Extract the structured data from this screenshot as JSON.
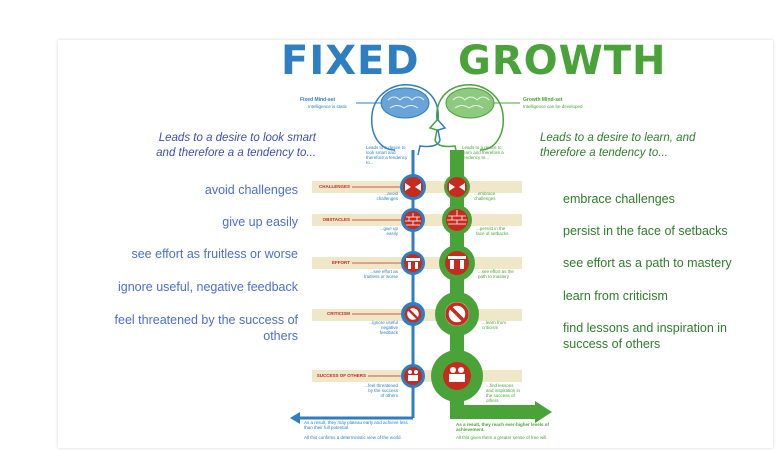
{
  "title": {
    "fixed": "FIXED",
    "growth": "GROWTH"
  },
  "fixed_mindset": {
    "label": "Fixed Mind-set",
    "sub": "Intelligence is static",
    "intro_line1": "Leads to a desire to look smart",
    "intro_line2": "and therefore a  a tendency to...",
    "head_note": "Leads to a desire to look smart and therefore a tendency to...",
    "items": [
      "avoid challenges",
      "give up easily",
      "see effort as fruitless or worse",
      "ignore useful, negative feedback",
      "feel threatened by the success of",
      "others"
    ],
    "small": [
      "...avoid challenges",
      "...give up easily",
      "...see effort as fruitless or worse",
      "...ignore useful negative feedback",
      "...feel threatened by the success of others"
    ],
    "result": "As a result, they may plateau early and achieve less than their full potential.",
    "footer": "All this confirms a deterministic view of the world."
  },
  "growth_mindset": {
    "label": "Growth Mind-set",
    "sub": "Intelligence can be developed",
    "intro_line1": "Leads to a desire to learn, and",
    "intro_line2": "therefore a tendency to...",
    "head_note": "Leads to a desire to learn and therefore a tendency to...",
    "items": [
      "embrace challenges",
      "persist in the face of setbacks",
      "see effort as a path to mastery",
      "learn from criticism",
      "find lessons and inspiration in",
      "success of others"
    ],
    "small": [
      "...embrace challenges",
      "...persist in the face of setbacks",
      "...see effort as the path to mastery",
      "...learn from criticism",
      "...find lessons and inspiration in the success of others"
    ],
    "result": "As a result, they reach ever-higher levels of achievement.",
    "footer": "All this gives them a greater sense of free will."
  },
  "categories": [
    "CHALLENGES",
    "OBSTACLES",
    "EFFORT",
    "CRITICISM",
    "SUCCESS OF OTHERS"
  ],
  "colors": {
    "fixed": "#2d7fc1",
    "growth": "#4aa339",
    "icon": "#c62b1e",
    "band": "#efe7c8",
    "left_text": "#4a6fd2",
    "right_text": "#2d7e2a"
  }
}
